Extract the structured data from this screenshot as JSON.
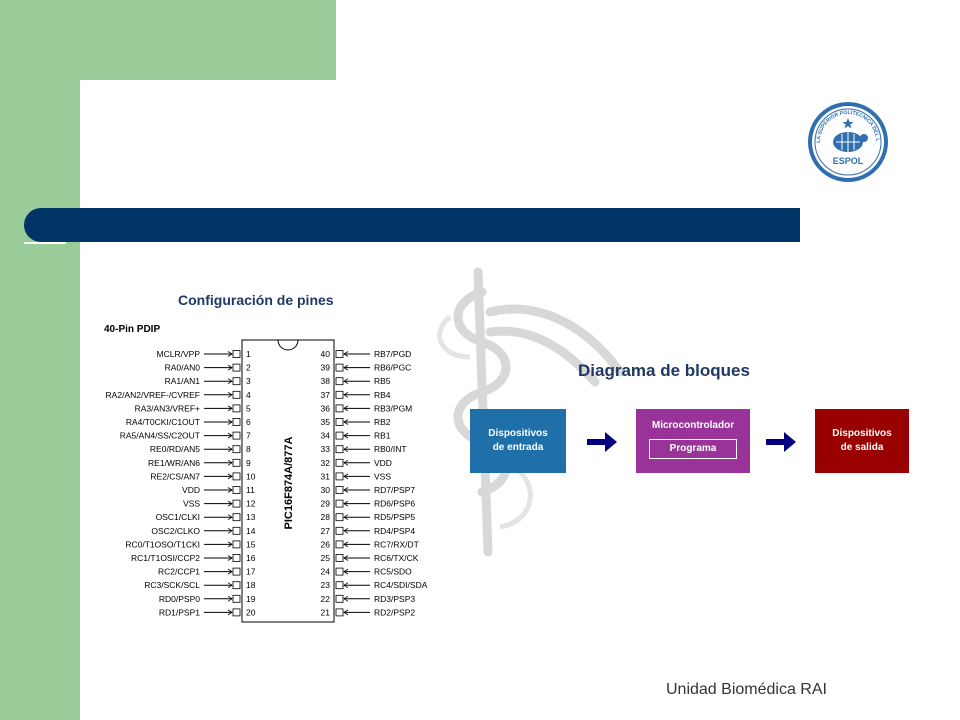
{
  "colors": {
    "green": "#99cc99",
    "blue_bar": "#003366",
    "title": "#1f3864",
    "input_block": "#1f6fa8",
    "mcu_block": "#993399",
    "output_block": "#990000",
    "arrow": "#000080"
  },
  "logo": {
    "lettering": "ESCUELA SUPERIOR POLITECNICA DEL LITORAL",
    "acronym": "ESPOL",
    "icon": "turtle-seal-icon"
  },
  "pinout": {
    "title": "Configuración de pines",
    "package": "40-Pin PDIP",
    "chip": "PIC16F874A/877A",
    "left_pins": [
      {
        "num": "1",
        "label": "MCLR/VPP"
      },
      {
        "num": "2",
        "label": "RA0/AN0"
      },
      {
        "num": "3",
        "label": "RA1/AN1"
      },
      {
        "num": "4",
        "label": "RA2/AN2/VREF-/CVREF"
      },
      {
        "num": "5",
        "label": "RA3/AN3/VREF+"
      },
      {
        "num": "6",
        "label": "RA4/T0CKI/C1OUT"
      },
      {
        "num": "7",
        "label": "RA5/AN4/SS/C2OUT"
      },
      {
        "num": "8",
        "label": "RE0/RD/AN5"
      },
      {
        "num": "9",
        "label": "RE1/WR/AN6"
      },
      {
        "num": "10",
        "label": "RE2/CS/AN7"
      },
      {
        "num": "11",
        "label": "VDD"
      },
      {
        "num": "12",
        "label": "VSS"
      },
      {
        "num": "13",
        "label": "OSC1/CLKI"
      },
      {
        "num": "14",
        "label": "OSC2/CLKO"
      },
      {
        "num": "15",
        "label": "RC0/T1OSO/T1CKI"
      },
      {
        "num": "16",
        "label": "RC1/T1OSI/CCP2"
      },
      {
        "num": "17",
        "label": "RC2/CCP1"
      },
      {
        "num": "18",
        "label": "RC3/SCK/SCL"
      },
      {
        "num": "19",
        "label": "RD0/PSP0"
      },
      {
        "num": "20",
        "label": "RD1/PSP1"
      }
    ],
    "right_pins": [
      {
        "num": "40",
        "label": "RB7/PGD"
      },
      {
        "num": "39",
        "label": "RB6/PGC"
      },
      {
        "num": "38",
        "label": "RB5"
      },
      {
        "num": "37",
        "label": "RB4"
      },
      {
        "num": "36",
        "label": "RB3/PGM"
      },
      {
        "num": "35",
        "label": "RB2"
      },
      {
        "num": "34",
        "label": "RB1"
      },
      {
        "num": "33",
        "label": "RB0/INT"
      },
      {
        "num": "32",
        "label": "VDD"
      },
      {
        "num": "31",
        "label": "VSS"
      },
      {
        "num": "30",
        "label": "RD7/PSP7"
      },
      {
        "num": "29",
        "label": "RD6/PSP6"
      },
      {
        "num": "28",
        "label": "RD5/PSP5"
      },
      {
        "num": "27",
        "label": "RD4/PSP4"
      },
      {
        "num": "26",
        "label": "RC7/RX/DT"
      },
      {
        "num": "25",
        "label": "RC6/TX/CK"
      },
      {
        "num": "24",
        "label": "RC5/SDO"
      },
      {
        "num": "23",
        "label": "RC4/SDI/SDA"
      },
      {
        "num": "22",
        "label": "RD3/PSP3"
      },
      {
        "num": "21",
        "label": "RD2/PSP2"
      }
    ]
  },
  "blocks": {
    "title": "Diagrama de bloques",
    "input": {
      "line1": "Dispositivos",
      "line2": "de entrada"
    },
    "mcu": {
      "label": "Microcontrolador",
      "inner": "Programa"
    },
    "output": {
      "line1": "Dispositivos",
      "line2": "de salida"
    }
  },
  "footer": "Unidad Biomédica RAI"
}
